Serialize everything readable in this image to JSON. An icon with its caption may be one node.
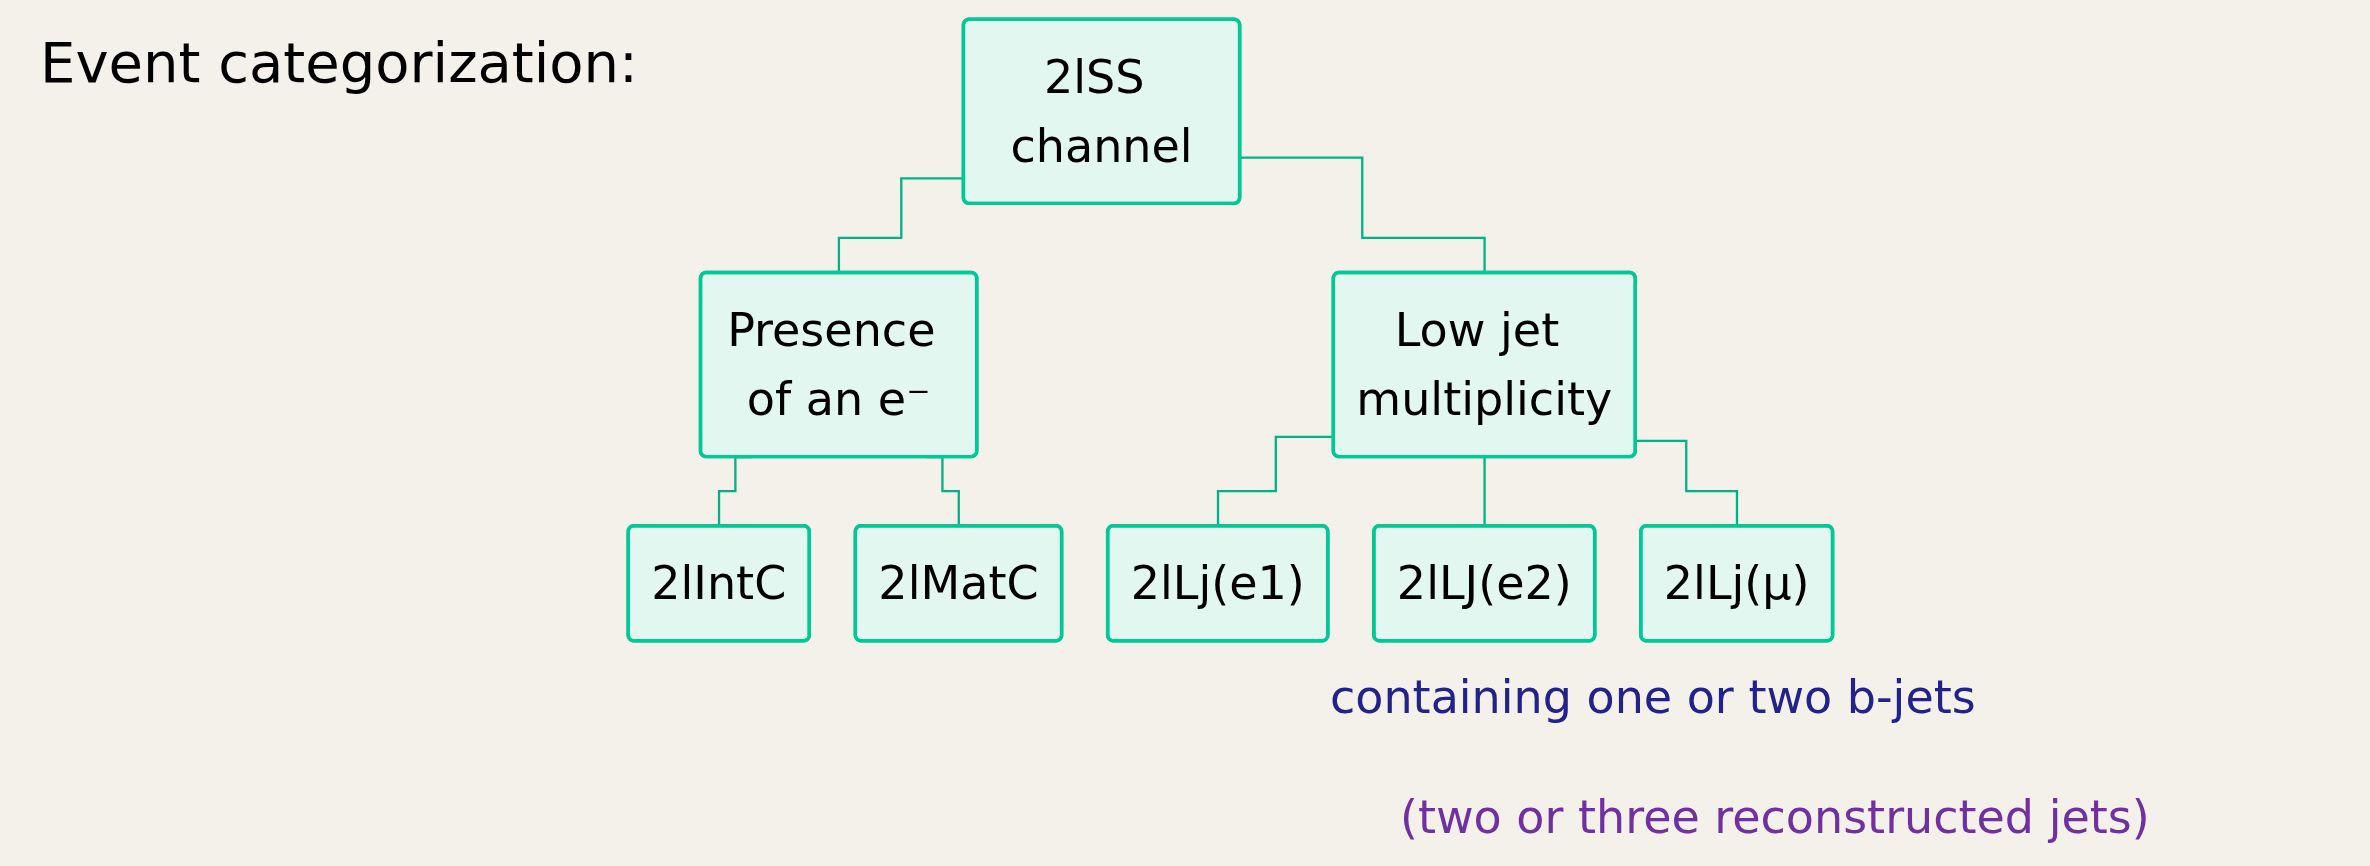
{
  "diagram": {
    "title": "Event categorization:",
    "nodes": [
      {
        "text": [
          "2lSS channel"
        ]
      },
      {
        "text": [
          "Presence of an e⁻"
        ]
      },
      {
        "text": [
          "Low jet multiplicity"
        ]
      },
      {
        "text": [
          "2lIntC"
        ]
      },
      {
        "text": [
          "2lMatC"
        ]
      },
      {
        "text": [
          "2lLj(e1)"
        ]
      },
      {
        "text": [
          "2lLJ(e2)"
        ]
      },
      {
        "text": [
          "2lLj(μ)"
        ]
      }
    ],
    "edges": [
      {
        "from": 0,
        "to": 1,
        "arrow": "none"
      },
      {
        "from": 0,
        "to": 2,
        "arrow": "none"
      },
      {
        "from": 1,
        "to": 3,
        "arrow": "none"
      },
      {
        "from": 1,
        "to": 4,
        "arrow": "none"
      },
      {
        "from": 2,
        "to": 5,
        "arrow": "none"
      },
      {
        "from": 2,
        "to": 6,
        "arrow": "none"
      },
      {
        "from": 2,
        "to": 7,
        "arrow": "none"
      }
    ],
    "labels": [
      "containing one or two b-jets",
      "(two or three reconstructed jets)"
    ]
  }
}
